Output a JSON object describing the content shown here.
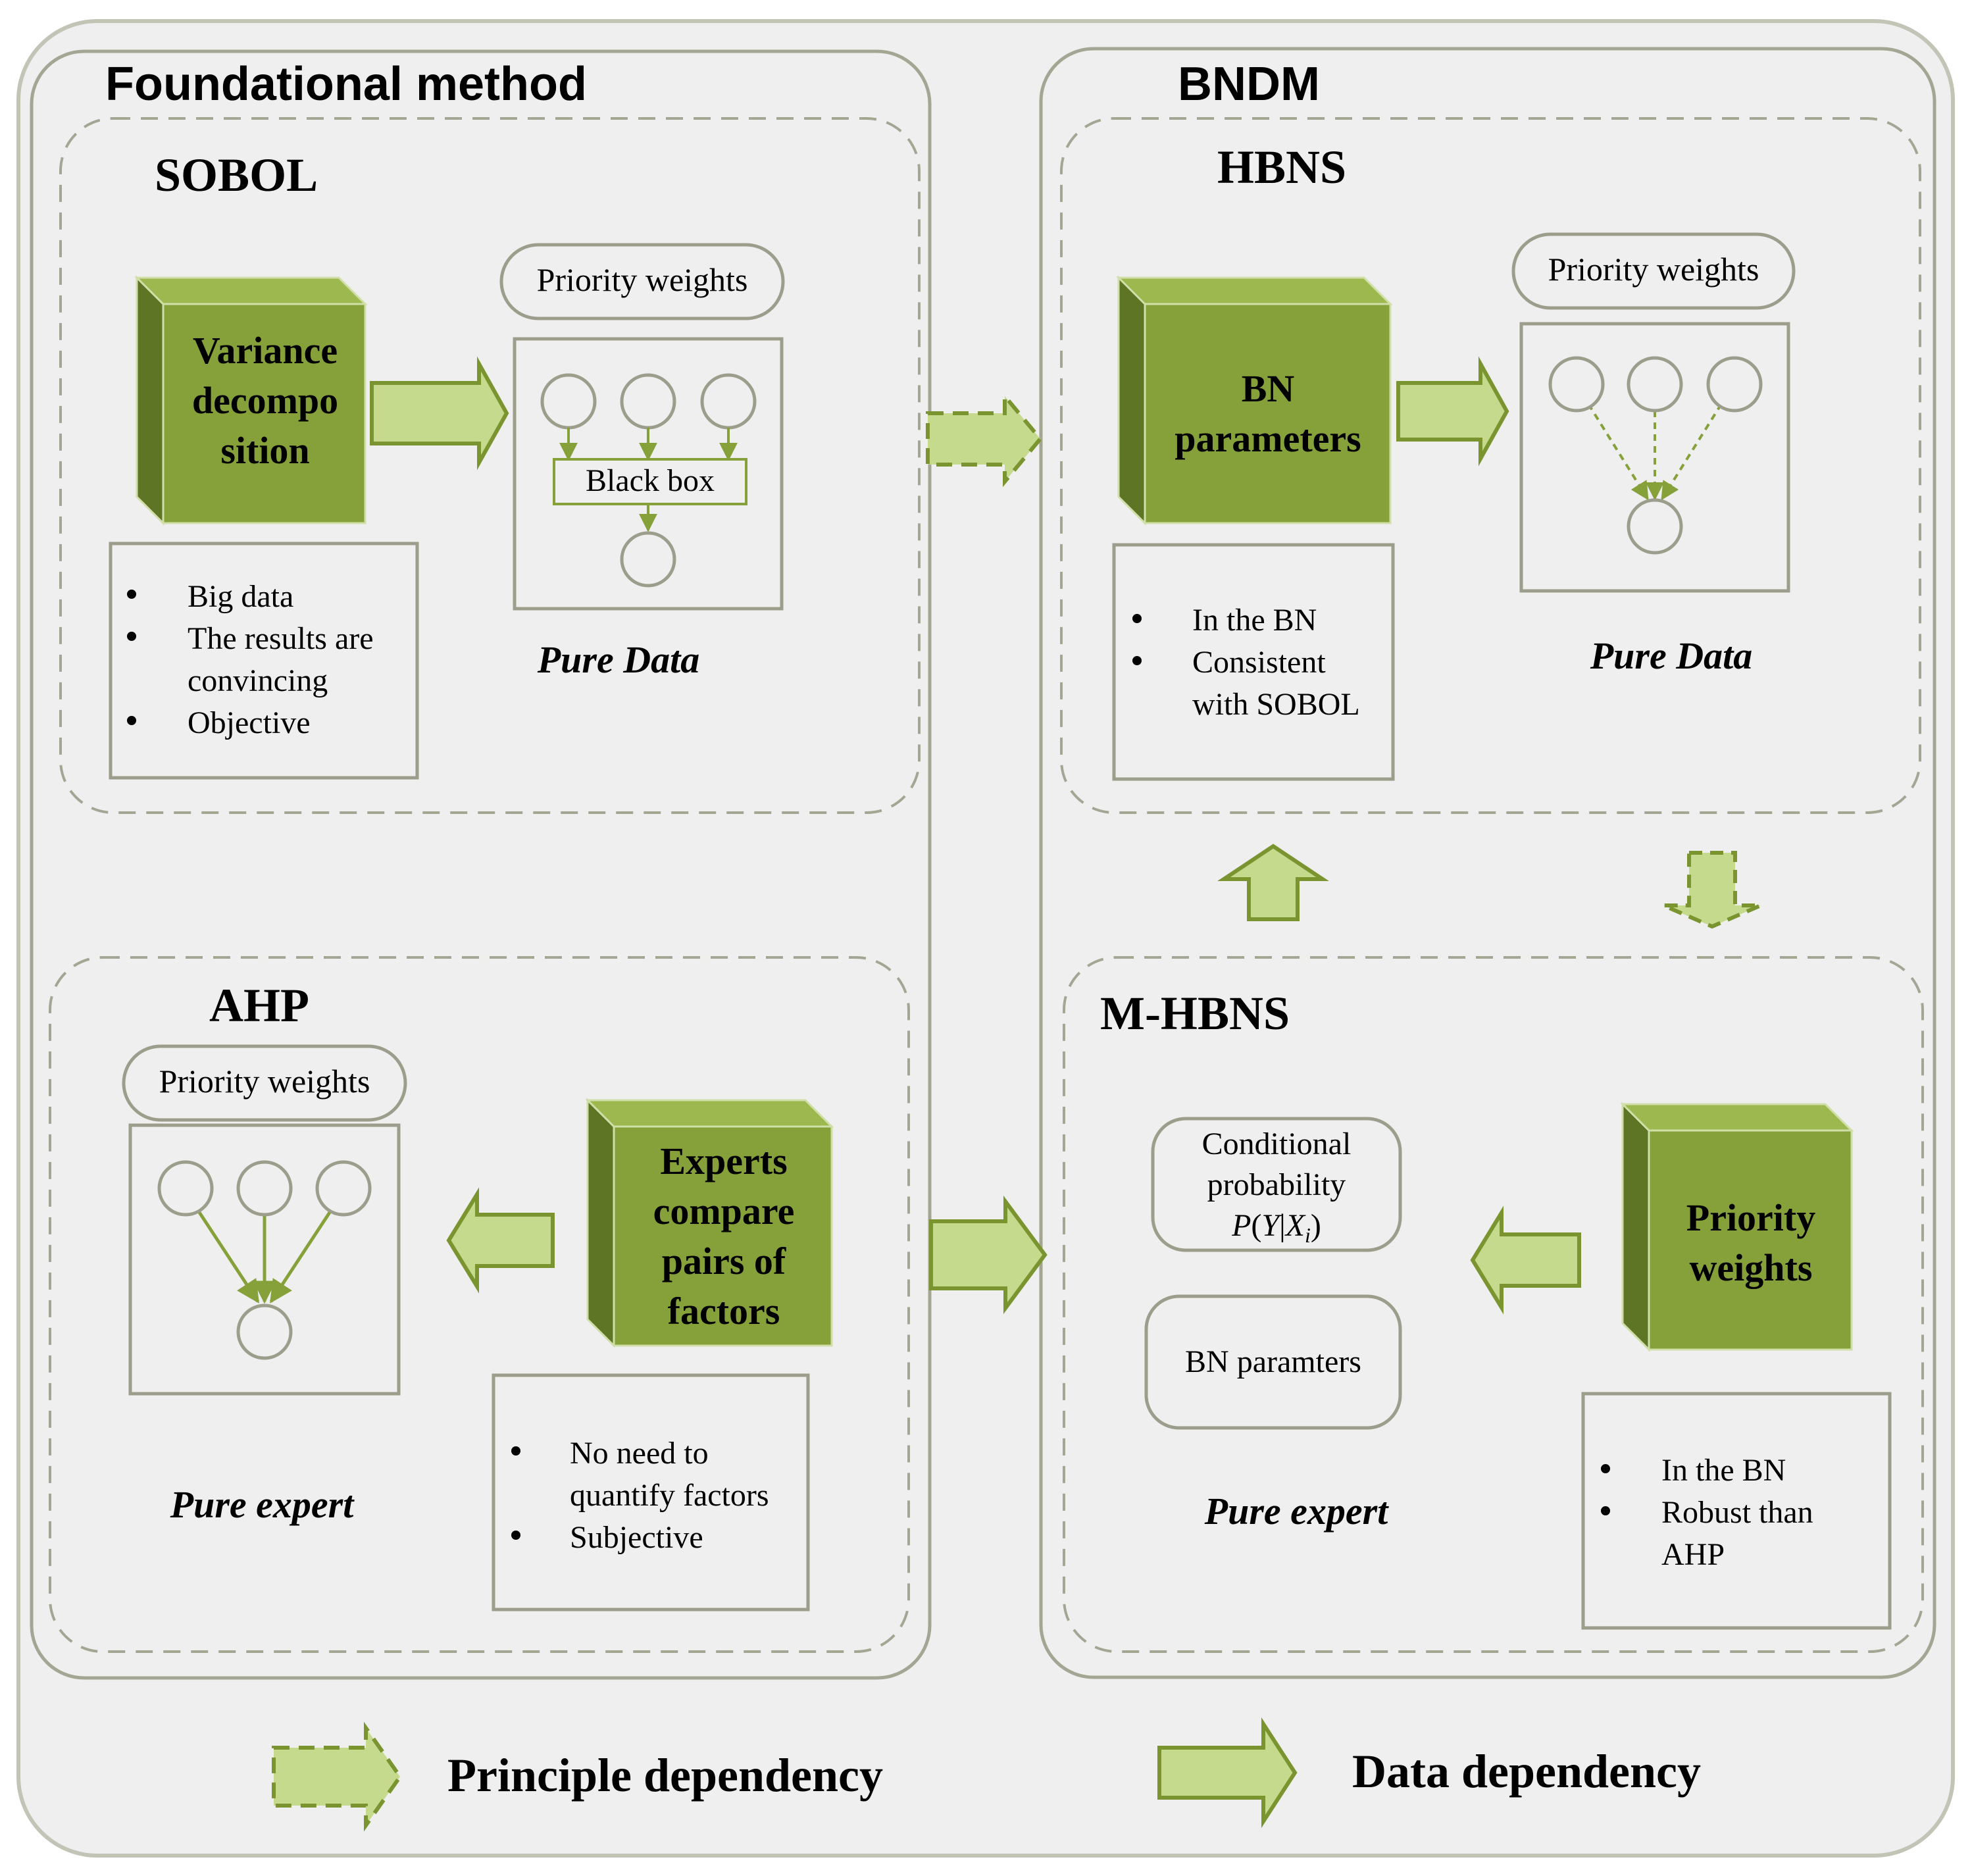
{
  "panels": {
    "foundational": {
      "title": "Foundational method"
    },
    "bndm": {
      "title": "BNDM"
    }
  },
  "sobol": {
    "title": "SOBOL",
    "cube_lines": [
      "Variance",
      "decompo",
      "sition"
    ],
    "priority_label": "Priority weights",
    "black_box_label": "Black box",
    "bullets": [
      [
        "Big data"
      ],
      [
        "The results are",
        "convincing"
      ],
      [
        "Objective"
      ]
    ],
    "caption": "Pure Data"
  },
  "hbns": {
    "title": "HBNS",
    "cube_lines": [
      "BN",
      "parameters"
    ],
    "priority_label": "Priority weights",
    "bullets": [
      [
        "In the BN"
      ],
      [
        "Consistent",
        "with SOBOL"
      ]
    ],
    "caption": "Pure Data"
  },
  "ahp": {
    "title": "AHP",
    "cube_lines": [
      "Experts",
      "compare",
      "pairs of",
      "factors"
    ],
    "priority_label": "Priority weights",
    "bullets": [
      [
        "No need to",
        "quantify factors"
      ],
      [
        "Subjective"
      ]
    ],
    "caption": "Pure expert"
  },
  "mhbns": {
    "title": "M-HBNS",
    "cube_lines": [
      "Priority",
      "weights"
    ],
    "cond_prob_lines": [
      "Conditional",
      "probability"
    ],
    "cond_prob_formula": {
      "p": "P",
      "y": "Y",
      "x": "X",
      "sub": "i"
    },
    "bn_params_label": "BN paramters",
    "bullets": [
      [
        "In the BN"
      ],
      [
        "Robust than",
        "AHP"
      ]
    ],
    "caption": "Pure expert"
  },
  "legend": {
    "principle": "Principle dependency",
    "data": "Data dependency"
  },
  "colors": {
    "background": "#efefef",
    "panel_border": "#a3a692",
    "dashed_border": "#a3a692",
    "cube_front": "#86a03a",
    "cube_top": "#9cb84f",
    "cube_side": "#5f7526",
    "cube_edge": "#d0dfa8",
    "arrow_fill": "#c5da8c",
    "arrow_stroke": "#7a9430",
    "node_stroke": "#9c9e8b"
  }
}
